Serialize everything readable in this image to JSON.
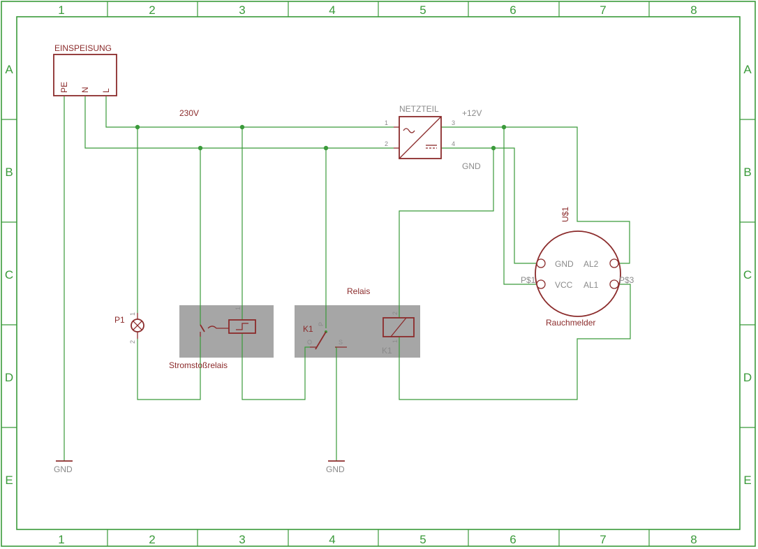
{
  "frame": {
    "columns": [
      "1",
      "2",
      "3",
      "4",
      "5",
      "6",
      "7",
      "8"
    ],
    "rows": [
      "A",
      "B",
      "C",
      "D",
      "E"
    ]
  },
  "supply": {
    "name": "EINSPEISUNG",
    "pins": [
      "PE",
      "N",
      "L"
    ],
    "voltage_label": "230V"
  },
  "psu": {
    "name": "NETZTEIL",
    "pins": [
      "1",
      "2",
      "3",
      "4"
    ],
    "out_pos": "+12V",
    "out_neg": "GND"
  },
  "smoke": {
    "part_id": "U$1",
    "name": "Rauchmelder",
    "pads": [
      "GND",
      "AL2",
      "VCC",
      "AL1"
    ],
    "pad_names": [
      "P$1",
      "P$3"
    ]
  },
  "lamp": {
    "name": "P1",
    "pins": [
      "1",
      "2"
    ]
  },
  "impulse_relay": {
    "name": "Stromstoßrelais",
    "pin": "1"
  },
  "relay": {
    "name": "Relais",
    "contact_name": "K1",
    "coil_name": "K1",
    "contact_pins": [
      "P",
      "O",
      "S"
    ],
    "coil_pins": [
      "2",
      "1"
    ]
  },
  "gnd_symbols": [
    "GND",
    "GND"
  ]
}
